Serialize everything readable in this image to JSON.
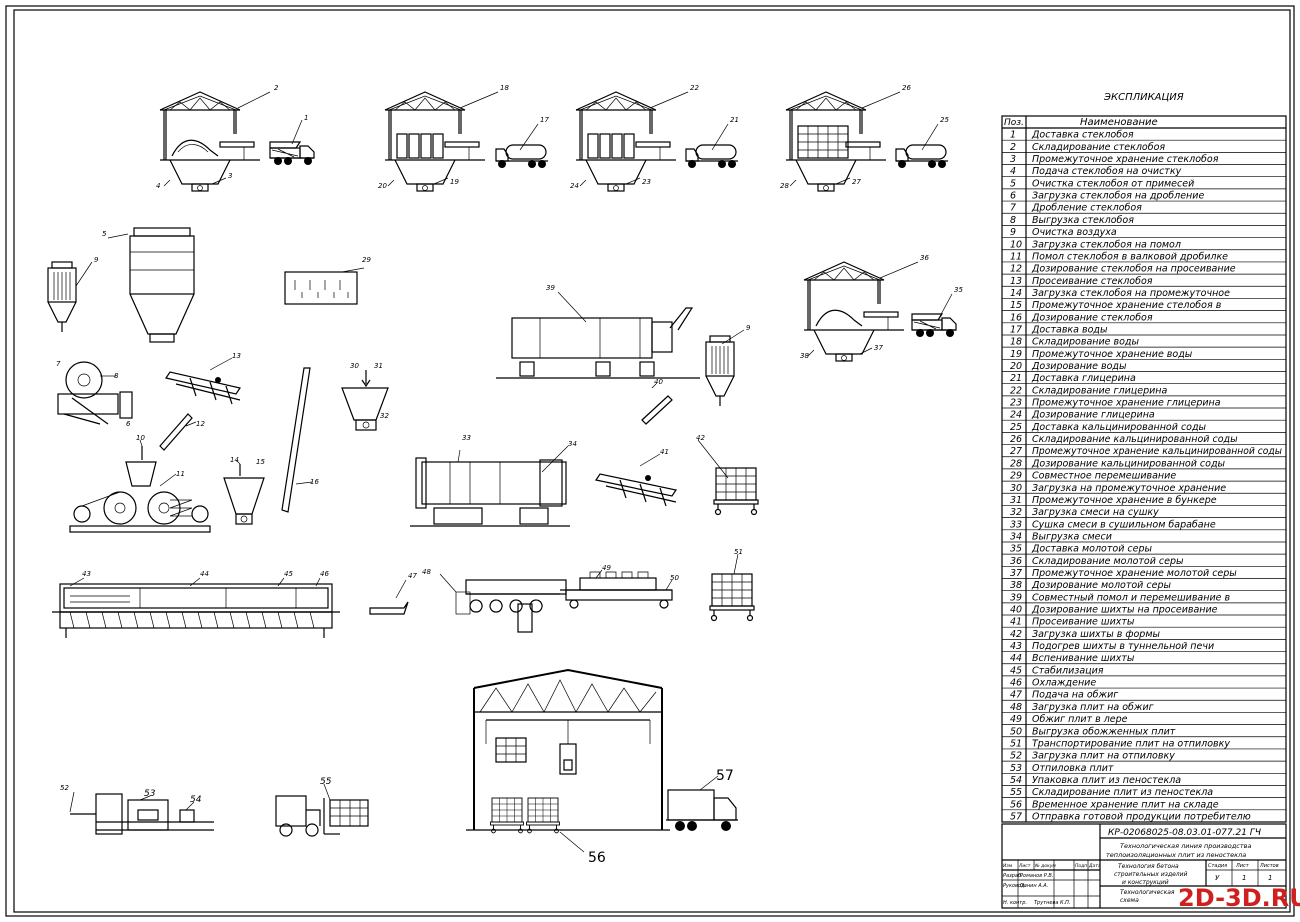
{
  "sheet": {
    "explication_title": "ЭКСПЛИКАЦИЯ",
    "col_pos": "Поз.",
    "col_name": "Наименование",
    "items": [
      {
        "pos": "1",
        "name": "Доставка стеклобоя"
      },
      {
        "pos": "2",
        "name": "Складирование стеклобоя"
      },
      {
        "pos": "3",
        "name": "Промежуточное хранение стеклобоя"
      },
      {
        "pos": "4",
        "name": "Подача стеклобоя на очистку"
      },
      {
        "pos": "5",
        "name": "Очистка стеклобоя от примесей"
      },
      {
        "pos": "6",
        "name": "Загрузка стеклобоя на дробление"
      },
      {
        "pos": "7",
        "name": "Дробление стеклобоя"
      },
      {
        "pos": "8",
        "name": "Выгрузка стеклобоя"
      },
      {
        "pos": "9",
        "name": "Очистка воздуха"
      },
      {
        "pos": "10",
        "name": "Загрузка стеклобоя на помол"
      },
      {
        "pos": "11",
        "name": "Помол стеклобоя в валковой дробилке"
      },
      {
        "pos": "12",
        "name": "Дозирование стеклобоя на просеивание"
      },
      {
        "pos": "13",
        "name": "Просеивание стеклобоя"
      },
      {
        "pos": "14",
        "name": "Загрузка стеклобоя на промежуточное"
      },
      {
        "pos": "15",
        "name": "Промежуточное хранение стелобоя в"
      },
      {
        "pos": "16",
        "name": "Дозирование стеклобоя"
      },
      {
        "pos": "17",
        "name": "Доставка воды"
      },
      {
        "pos": "18",
        "name": "Складирование воды"
      },
      {
        "pos": "19",
        "name": "Промежуточное хранение воды"
      },
      {
        "pos": "20",
        "name": "Дозирование воды"
      },
      {
        "pos": "21",
        "name": "Доставка глицерина"
      },
      {
        "pos": "22",
        "name": "Складирование глицерина"
      },
      {
        "pos": "23",
        "name": "Промежуточное хранение глицерина"
      },
      {
        "pos": "24",
        "name": "Дозирование глицерина"
      },
      {
        "pos": "25",
        "name": "Доставка кальцинированной соды"
      },
      {
        "pos": "26",
        "name": "Складирование кальцинированной соды"
      },
      {
        "pos": "27",
        "name": "Промежуточное хранение кальцинированной соды"
      },
      {
        "pos": "28",
        "name": "Дозирование кальцинированной соды"
      },
      {
        "pos": "29",
        "name": "Совместное перемешивание"
      },
      {
        "pos": "30",
        "name": "Загрузка на промежуточное хранение"
      },
      {
        "pos": "31",
        "name": "Промежуточное хранение в бункере"
      },
      {
        "pos": "32",
        "name": "Загрузка смеси на сушку"
      },
      {
        "pos": "33",
        "name": "Сушка смеси в сушильном барабане"
      },
      {
        "pos": "34",
        "name": "Выгрузка смеси"
      },
      {
        "pos": "35",
        "name": "Доставка молотой серы"
      },
      {
        "pos": "36",
        "name": "Складирование молотой серы"
      },
      {
        "pos": "37",
        "name": "Промежуточное хранение молотой серы"
      },
      {
        "pos": "38",
        "name": "Дозирование молотой серы"
      },
      {
        "pos": "39",
        "name": "Совместный помол и перемешивание в"
      },
      {
        "pos": "40",
        "name": "Дозирование шихты на просеивание"
      },
      {
        "pos": "41",
        "name": "Просеивание шихты"
      },
      {
        "pos": "42",
        "name": "Загрузка шихты в формы"
      },
      {
        "pos": "43",
        "name": "Подогрев шихты в туннельной печи"
      },
      {
        "pos": "44",
        "name": "Вспенивание шихты"
      },
      {
        "pos": "45",
        "name": "Стабилизация"
      },
      {
        "pos": "46",
        "name": "Охлаждение"
      },
      {
        "pos": "47",
        "name": "Подача на обжиг"
      },
      {
        "pos": "48",
        "name": "Загрузка плит на обжиг"
      },
      {
        "pos": "49",
        "name": "Обжиг плит в лере"
      },
      {
        "pos": "50",
        "name": "Выгрузка обожженных плит"
      },
      {
        "pos": "51",
        "name": "Транспортирование плит на отпиловку"
      },
      {
        "pos": "52",
        "name": "Загрузка плит на отпиловку"
      },
      {
        "pos": "53",
        "name": "Отпиловка плит"
      },
      {
        "pos": "54",
        "name": "Упаковка плит из пеностекла"
      },
      {
        "pos": "55",
        "name": "Складирование плит из пеностекла"
      },
      {
        "pos": "56",
        "name": "Временное хранение плит на складе"
      },
      {
        "pos": "57",
        "name": "Отправка готовой продукции потребителю"
      }
    ],
    "stamp": {
      "code": "КР-02068025-08.03.01-077.21 ГЧ",
      "title_line1": "Технологическая линия производства",
      "title_line2": "теплоизоляционных плит из пеностекла",
      "dept_line1": "Технология бетона",
      "dept_line2": "строительных изделий",
      "dept_line3": "и конструкций",
      "sheet_name_line1": "Технологическая",
      "sheet_name_line2": "схема",
      "head_izm": "Изм",
      "head_list": "Лист",
      "head_doc": "№ докум",
      "head_sign": "Подп",
      "head_date": "Дата",
      "razrab": "Разраб.",
      "razrab_name": "Романов Р.В.",
      "rukovod": "Руковод.",
      "rukovod_name": "Панин А.А.",
      "nkontr": "Н. контр.",
      "nkontr_name": "Трутнева К.П.",
      "stadia_label": "Стадия",
      "list_label": "Лист",
      "listov_label": "Листов",
      "stadia": "У",
      "list": "1",
      "listov": "1"
    },
    "watermark": "2D-3D.RU",
    "watermark_color": "#d01f1f"
  },
  "callouts": {
    "n1": "1",
    "n2": "2",
    "n3": "3",
    "n4": "4",
    "n5": "5",
    "n9a": "9",
    "n9b": "9",
    "n7": "7",
    "n8": "8",
    "n6": "6",
    "n10": "10",
    "n11": "11",
    "n12": "12",
    "n13": "13",
    "n14": "14",
    "n15": "15",
    "n16": "16",
    "n17": "17",
    "n18": "18",
    "n19": "19",
    "n20": "20",
    "n21": "21",
    "n22": "22",
    "n23": "23",
    "n24": "24",
    "n25": "25",
    "n26": "26",
    "n27": "27",
    "n28": "28",
    "n29": "29",
    "n30": "30",
    "n31": "31",
    "n32": "32",
    "n33": "33",
    "n34": "34",
    "n35": "35",
    "n36": "36",
    "n37": "37",
    "n38": "38",
    "n39": "39",
    "n40": "40",
    "n41": "41",
    "n42": "42",
    "n43": "43",
    "n44": "44",
    "n45": "45",
    "n46": "46",
    "n47": "47",
    "n48": "48",
    "n49": "49",
    "n50": "50",
    "n51": "51",
    "n52": "52",
    "n53": "53",
    "n54": "54",
    "n55": "55",
    "n56": "56",
    "n57": "57"
  }
}
